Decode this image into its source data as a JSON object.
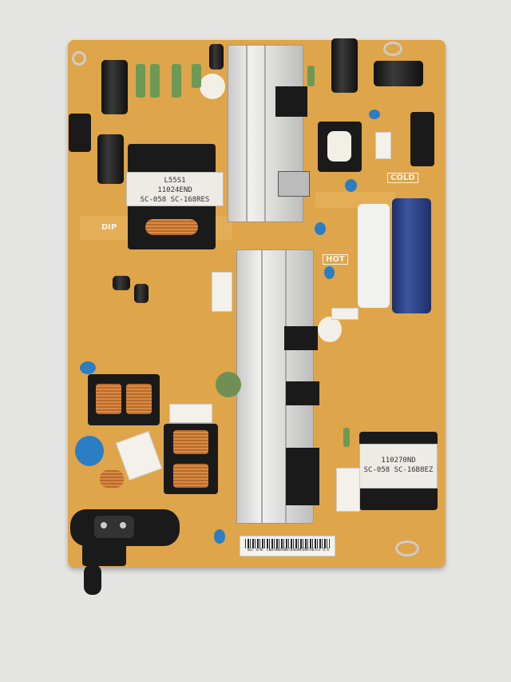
{
  "scene": {
    "subject": "power-supply-board",
    "colors": {
      "board": "#dfa54a",
      "heatsink": "#dcdcda",
      "bulk_capacitor": "#2b4585",
      "background": "#e4e4e2"
    }
  },
  "silkscreen": {
    "cold": "COLD",
    "hot": "HOT",
    "dip": "DIP"
  },
  "transformer_main": {
    "line1": "L55S1",
    "line2": "11024END",
    "line3": "SC-058 SC-168RES"
  },
  "transformer_standby": {
    "line1": "110270ND",
    "line2": "SC-058 SC-16B8EZ"
  },
  "barcode_label": {
    "text": "SEC S/N: CN87BN44007046AM5RHCA07E3 R.E"
  }
}
